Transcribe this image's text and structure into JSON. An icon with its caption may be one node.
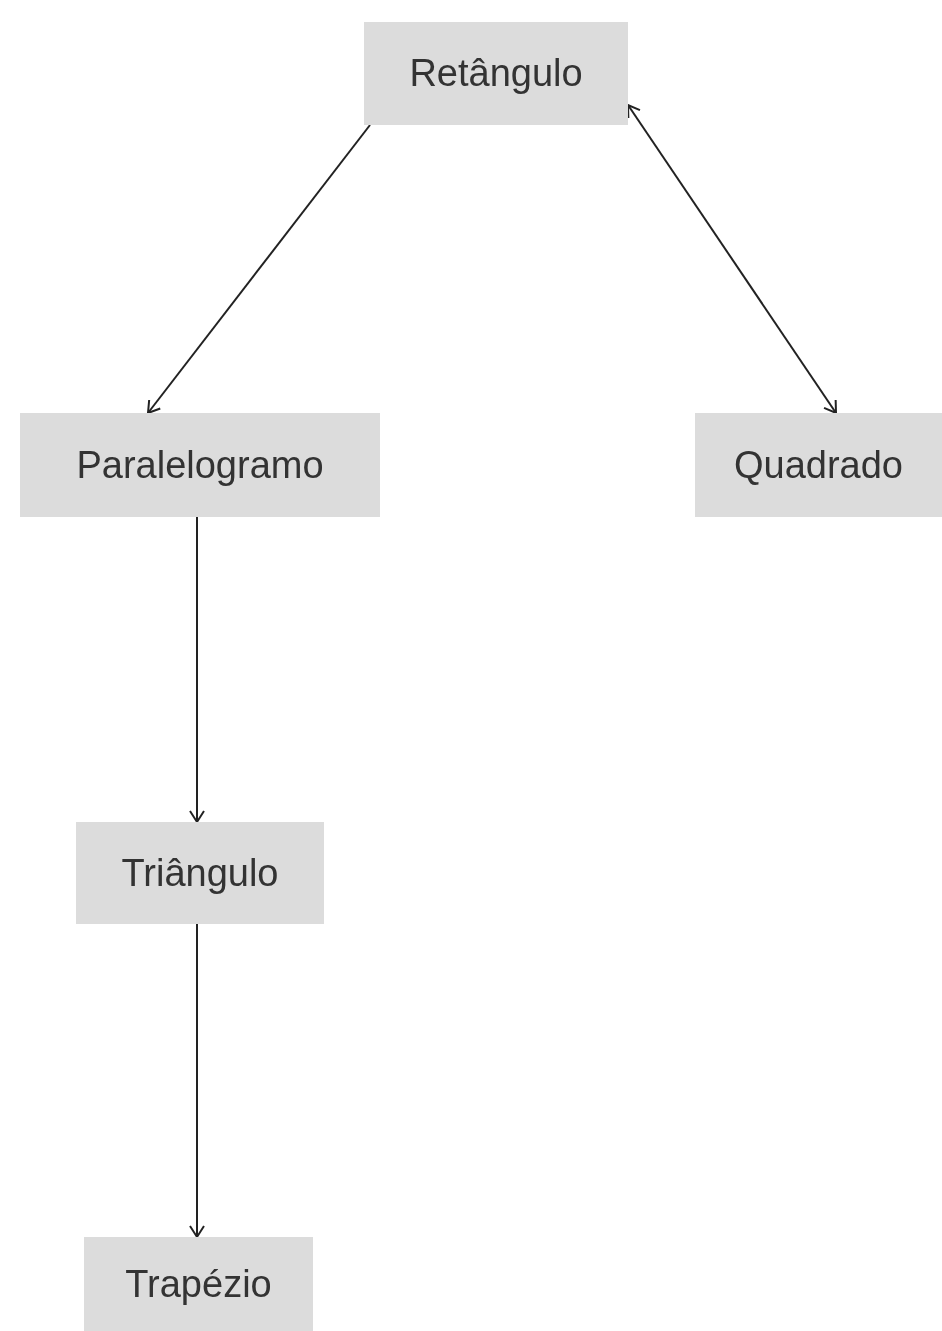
{
  "diagram": {
    "nodes": [
      {
        "text": [
          "Retângulo"
        ]
      },
      {
        "text": [
          "Paralelogramo"
        ]
      },
      {
        "text": [
          "Quadrado"
        ]
      },
      {
        "text": [
          "Triângulo"
        ]
      },
      {
        "text": [
          "Trapézio"
        ]
      }
    ],
    "edges": [
      {
        "from": 0,
        "to": 1,
        "arrow": "to"
      },
      {
        "from": 0,
        "to": 2,
        "arrow": "both"
      },
      {
        "from": 1,
        "to": 3,
        "arrow": "to"
      },
      {
        "from": 3,
        "to": 4,
        "arrow": "to"
      }
    ]
  }
}
